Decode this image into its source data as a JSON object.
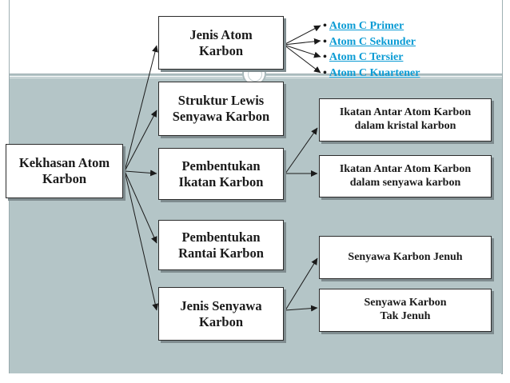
{
  "diagram": {
    "root": "Kekhasan Atom\nKarbon",
    "branches": {
      "jenis_atom": "Jenis Atom\nKarbon",
      "struktur_lewis": "Struktur Lewis\nSenyawa Karbon",
      "pembentukan_ikatan": "Pembentukan\nIkatan Karbon",
      "pembentukan_rantai": "Pembentukan\nRantai Karbon",
      "jenis_senyawa": "Jenis Senyawa\nKarbon"
    },
    "atom_types": [
      "Atom C Primer",
      "Atom C Sekunder",
      "Atom C Tersier",
      "Atom C Kuartener"
    ],
    "bullet_symbol": "•",
    "ikatan_children": {
      "kristal": "Ikatan Antar Atom Karbon\ndalam kristal karbon",
      "senyawa": "Ikatan Antar Atom Karbon\ndalam senyawa karbon"
    },
    "senyawa_children": {
      "jenuh": "Senyawa Karbon Jenuh",
      "tak_jenuh": "Senyawa Karbon\nTak Jenuh"
    }
  },
  "colors": {
    "band": "#b4c5c7",
    "box_border": "#2b2b2b",
    "link_text": "#0a9bd4",
    "arrow": "#1a1a1a"
  }
}
